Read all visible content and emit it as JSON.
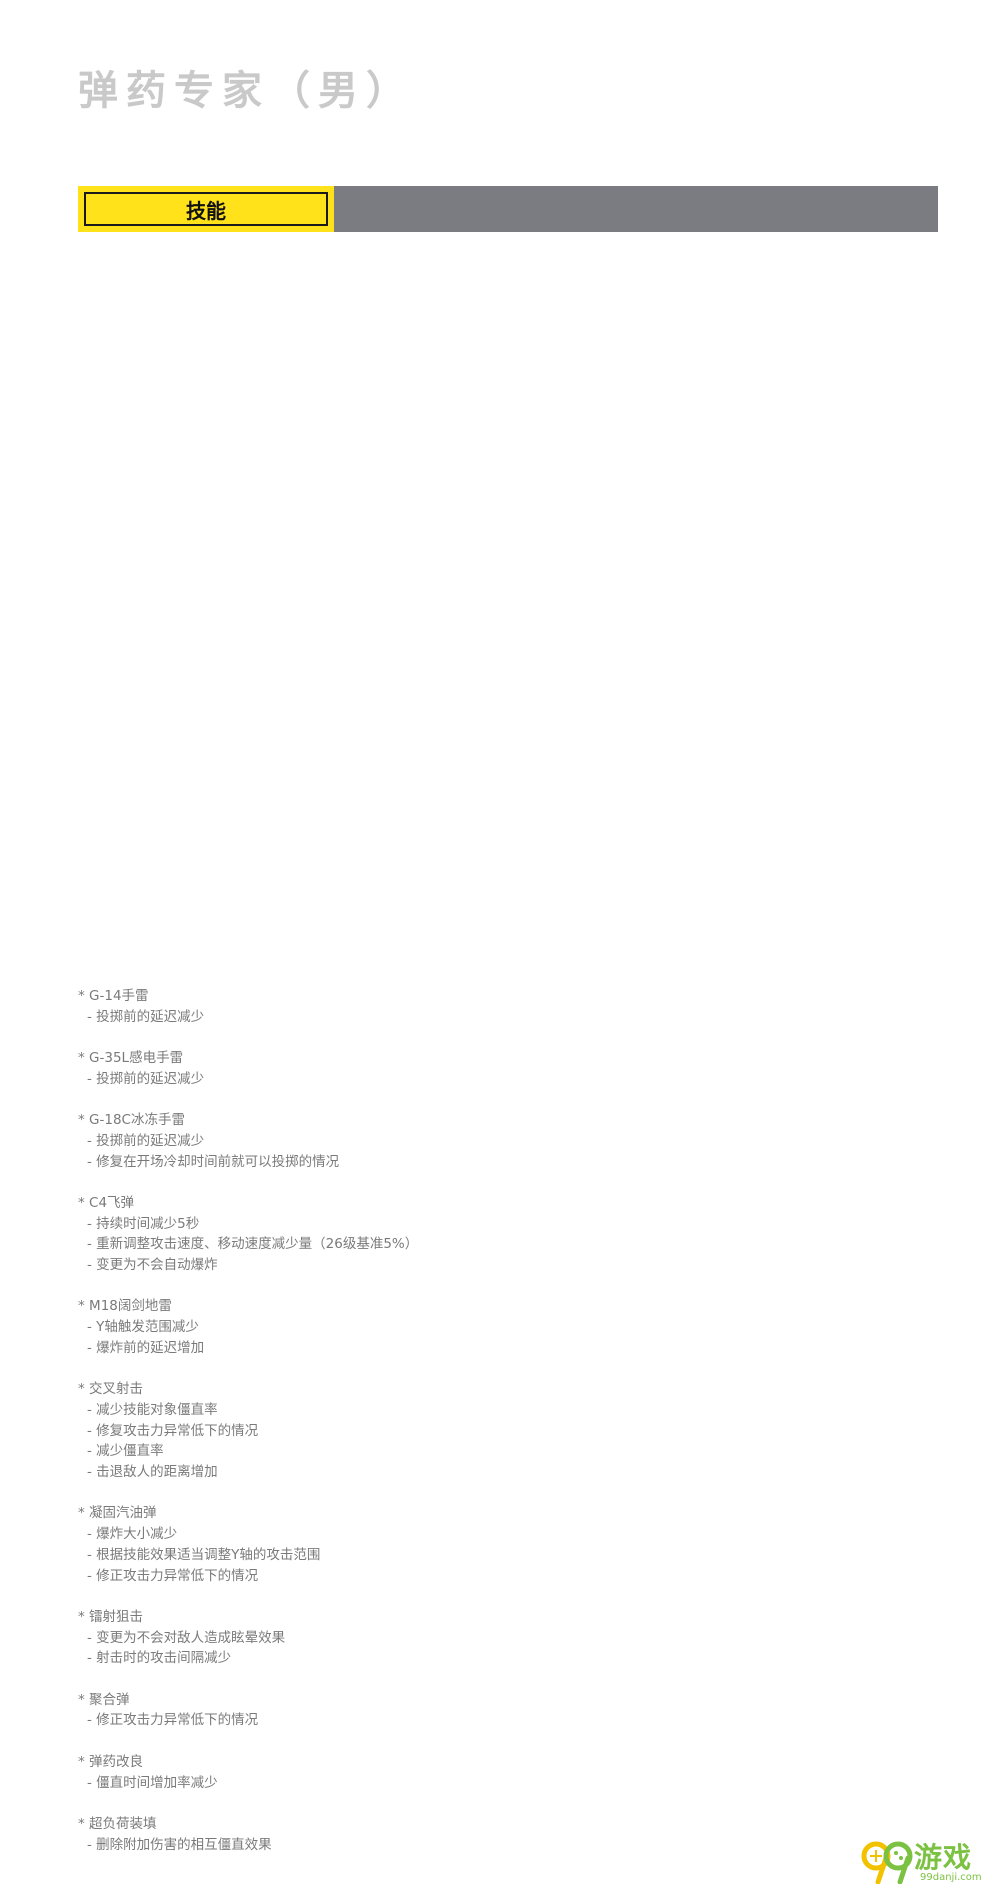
{
  "page": {
    "title": "弹药专家（男）"
  },
  "tabs": {
    "active_label": "技能"
  },
  "notes": [
    {
      "title": "* G-14手雷",
      "items": [
        "- 投掷前的延迟减少"
      ]
    },
    {
      "title": "* G-35L感电手雷",
      "items": [
        "- 投掷前的延迟减少"
      ]
    },
    {
      "title": "* G-18C冰冻手雷",
      "items": [
        "- 投掷前的延迟减少",
        "- 修复在开场冷却时间前就可以投掷的情况"
      ]
    },
    {
      "title": "* C4飞弹",
      "items": [
        "- 持续时间减少5秒",
        "- 重新调整攻击速度、移动速度减少量（26级基准5%）",
        "- 变更为不会自动爆炸"
      ]
    },
    {
      "title": "* M18阔剑地雷",
      "items": [
        "- Y轴触发范围减少",
        "- 爆炸前的延迟增加"
      ]
    },
    {
      "title": "* 交叉射击",
      "items": [
        "- 减少技能对象僵直率",
        "- 修复攻击力异常低下的情况",
        "- 减少僵直率",
        "- 击退敌人的距离增加"
      ]
    },
    {
      "title": "* 凝固汽油弹",
      "items": [
        "- 爆炸大小减少",
        "- 根据技能效果适当调整Y轴的攻击范围",
        "- 修正攻击力异常低下的情况"
      ]
    },
    {
      "title": "* 镭射狙击",
      "items": [
        "- 变更为不会对敌人造成眩晕效果",
        "- 射击时的攻击间隔减少"
      ]
    },
    {
      "title": "* 聚合弹",
      "items": [
        "- 修正攻击力异常低下的情况"
      ]
    },
    {
      "title": "* 弹药改良",
      "items": [
        "- 僵直时间增加率减少"
      ]
    },
    {
      "title": "* 超负荷装填",
      "items": [
        "- 删除附加伤害的相互僵直效果"
      ]
    }
  ],
  "watermark": {
    "brand": "游戏",
    "url": "99danji.com",
    "color": "#7cc242",
    "icon": "99-logo-icon"
  }
}
